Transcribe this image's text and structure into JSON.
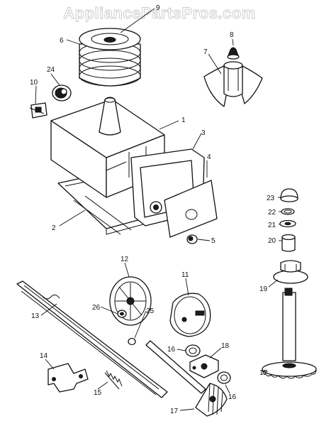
{
  "watermark": "AppliancePartsPros.com",
  "callouts": [
    {
      "id": "c1",
      "label": "1"
    },
    {
      "id": "c2",
      "label": "2"
    },
    {
      "id": "c3",
      "label": "3"
    },
    {
      "id": "c4",
      "label": "4"
    },
    {
      "id": "c5",
      "label": "5"
    },
    {
      "id": "c6",
      "label": "6"
    },
    {
      "id": "c7",
      "label": "7"
    },
    {
      "id": "c8",
      "label": "8"
    },
    {
      "id": "c9",
      "label": "9"
    },
    {
      "id": "c10",
      "label": "10"
    },
    {
      "id": "c11",
      "label": "11"
    },
    {
      "id": "c12",
      "label": "12"
    },
    {
      "id": "c13",
      "label": "13"
    },
    {
      "id": "c14",
      "label": "14"
    },
    {
      "id": "c15",
      "label": "15"
    },
    {
      "id": "c16a",
      "label": "16"
    },
    {
      "id": "c16b",
      "label": "16"
    },
    {
      "id": "c17a",
      "label": "17"
    },
    {
      "id": "c17b",
      "label": "17"
    },
    {
      "id": "c18",
      "label": "18"
    },
    {
      "id": "c19",
      "label": "19"
    },
    {
      "id": "c20",
      "label": "20"
    },
    {
      "id": "c21",
      "label": "21"
    },
    {
      "id": "c22",
      "label": "22"
    },
    {
      "id": "c23",
      "label": "23"
    },
    {
      "id": "c24",
      "label": "24"
    },
    {
      "id": "c25",
      "label": "25"
    },
    {
      "id": "c26",
      "label": "26"
    }
  ]
}
